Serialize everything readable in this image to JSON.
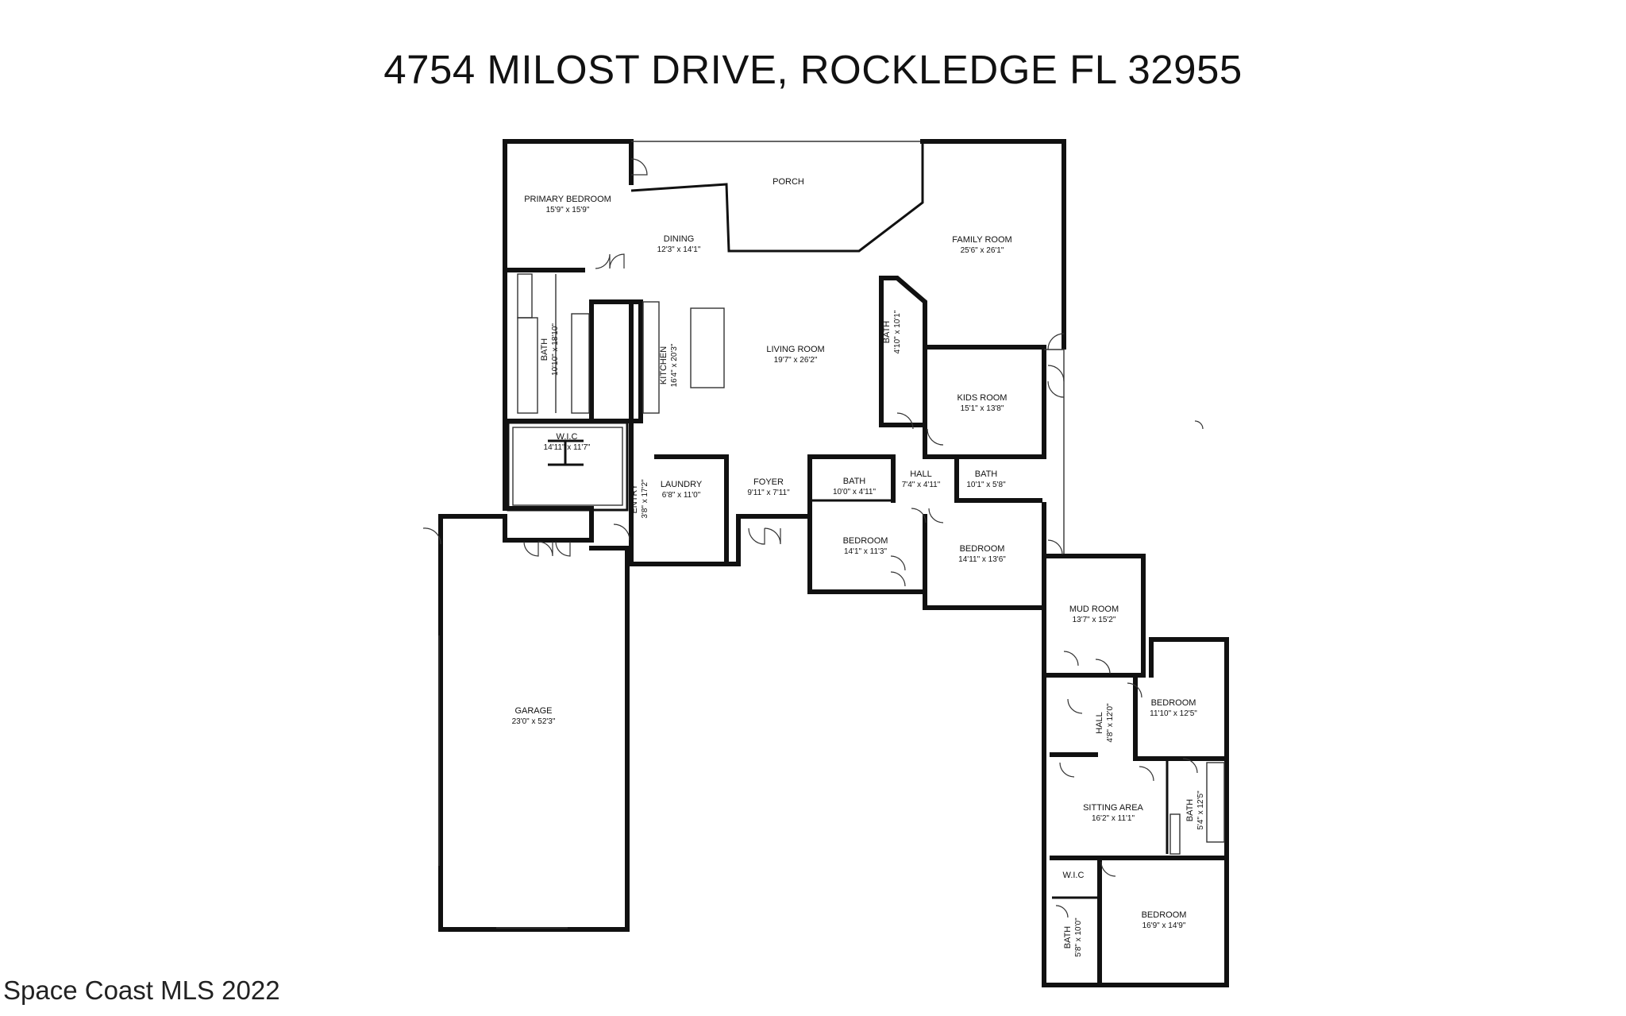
{
  "title": "4754 MILOST DRIVE, ROCKLEDGE FL 32955",
  "watermark": "Space Coast MLS 2022",
  "rooms": {
    "porch": {
      "name": "PORCH",
      "dim": ""
    },
    "primary_bedroom": {
      "name": "PRIMARY BEDROOM",
      "dim": "15'9\" x 15'9\""
    },
    "dining": {
      "name": "DINING",
      "dim": "12'3\" x 14'1\""
    },
    "family_room": {
      "name": "FAMILY ROOM",
      "dim": "25'6\" x 26'1\""
    },
    "bath_primary": {
      "name": "BATH",
      "dim": "10'10\" x 18'10\""
    },
    "kitchen": {
      "name": "KITCHEN",
      "dim": "16'4\" x 20'3\""
    },
    "living_room": {
      "name": "LIVING ROOM",
      "dim": "19'7\" x 26'2\""
    },
    "bath_small": {
      "name": "BATH",
      "dim": "4'10\" x 10'1\""
    },
    "kids_room": {
      "name": "KIDS ROOM",
      "dim": "15'1\" x 13'8\""
    },
    "wic_primary": {
      "name": "W.I.C",
      "dim": "14'11\" x 11'7\""
    },
    "entry": {
      "name": "ENTRY",
      "dim": "3'8\" x 17'2\""
    },
    "laundry": {
      "name": "LAUNDRY",
      "dim": "6'8\" x 11'0\""
    },
    "foyer": {
      "name": "FOYER",
      "dim": "9'11\" x 7'11\""
    },
    "bath_hall1": {
      "name": "BATH",
      "dim": "10'0\" x 4'11\""
    },
    "hall_center": {
      "name": "HALL",
      "dim": "7'4\" x 4'11\""
    },
    "bath_hall2": {
      "name": "BATH",
      "dim": "10'1\" x 5'8\""
    },
    "bedroom1": {
      "name": "BEDROOM",
      "dim": "14'1\" x 11'3\""
    },
    "bedroom2": {
      "name": "BEDROOM",
      "dim": "14'11\" x 13'6\""
    },
    "mud_room": {
      "name": "MUD ROOM",
      "dim": "13'7\" x 15'2\""
    },
    "garage": {
      "name": "GARAGE",
      "dim": "23'0\" x 52'3\""
    },
    "bedroom3": {
      "name": "BEDROOM",
      "dim": "11'10\" x 12'5\""
    },
    "hall_wing": {
      "name": "HALL",
      "dim": "4'8\" x 12'0\""
    },
    "sitting_area": {
      "name": "SITTING AREA",
      "dim": "16'2\" x 11'1\""
    },
    "bath_wing": {
      "name": "BATH",
      "dim": "5'4\" x 12'5\""
    },
    "wic_wing": {
      "name": "W.I.C",
      "dim": ""
    },
    "bedroom4": {
      "name": "BEDROOM",
      "dim": "16'9\" x 14'9\""
    },
    "bath_wing2": {
      "name": "BATH",
      "dim": "5'8\" x 10'0\""
    }
  }
}
